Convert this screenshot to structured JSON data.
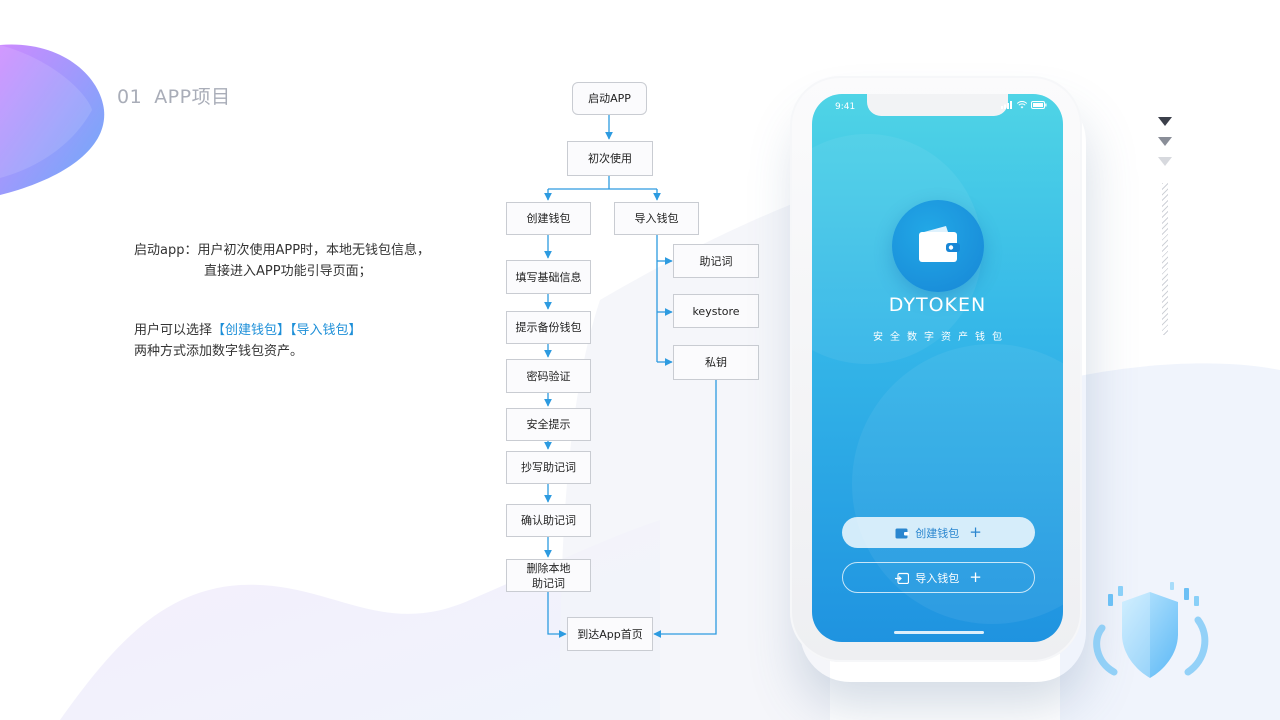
{
  "section": {
    "number": "01",
    "title": "APP项目"
  },
  "description": {
    "line1": "启动app：用户初次使用APP时，本地无钱包信息，",
    "line2": "直接进入APP功能引导页面；",
    "line3_prefix": "用户可以选择",
    "line3_create": "【创建钱包】",
    "line3_import": "【导入钱包】",
    "line4": "两种方式添加数字钱包资产。"
  },
  "flowchart": {
    "start": "启动APP",
    "first_use": "初次使用",
    "create_wallet": "创建钱包",
    "import_wallet": "导入钱包",
    "create_steps": [
      "填写基础信息",
      "提示备份钱包",
      "密码验证",
      "安全提示",
      "抄写助记词",
      "确认助记词",
      "删除本地\n助记词"
    ],
    "import_options": [
      "助记词",
      "keystore",
      "私钥"
    ],
    "end": "到达App首页"
  },
  "phone": {
    "status_time": "9:41",
    "app_name": "DYTOKEN",
    "tagline": "安全数字资产钱包",
    "create_button": "创建钱包",
    "import_button": "导入钱包",
    "plus_symbol": "+"
  },
  "colors": {
    "accent": "#1d8fd8",
    "screen_top": "#4fd4e6",
    "screen_bottom": "#1f93e0",
    "arrow": "#2d9be0"
  }
}
